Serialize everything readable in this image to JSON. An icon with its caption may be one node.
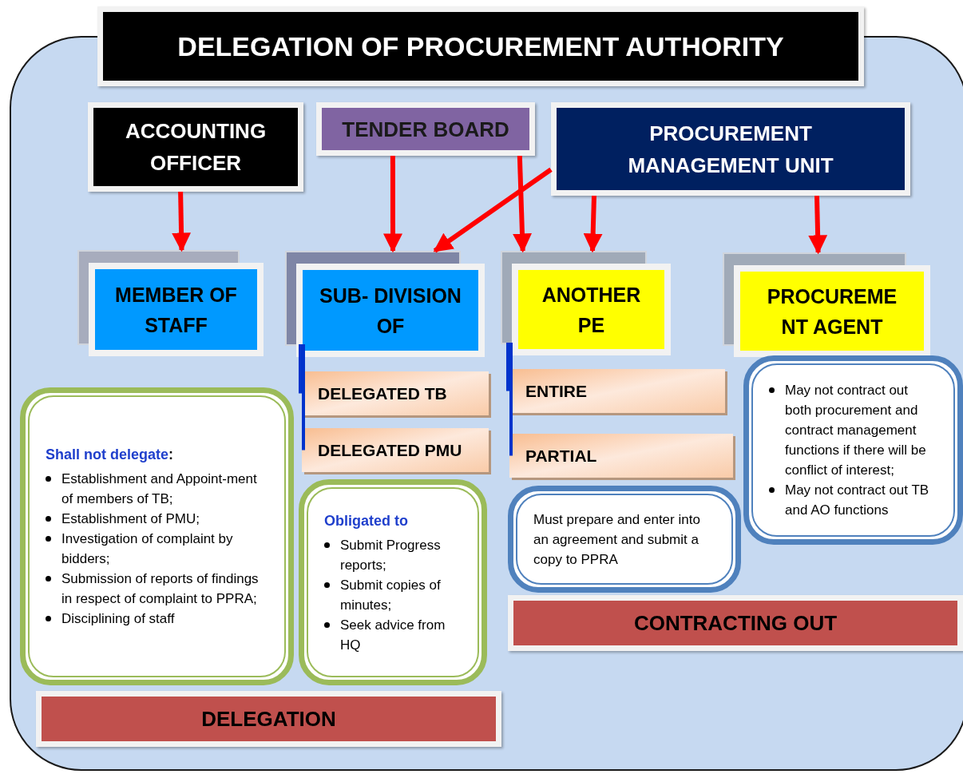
{
  "diagram": {
    "title": "DELEGATION OF PROCUREMENT AUTHORITY",
    "nodes": [
      {
        "text": [
          "ACCOUNTING OFFICER"
        ]
      },
      {
        "text": [
          "TENDER BOARD"
        ]
      },
      {
        "text": [
          "PROCUREMENT MANAGEMENT UNIT"
        ]
      },
      {
        "text": [
          "MEMBER OF STAFF"
        ]
      },
      {
        "text": [
          "SUB- DIVISION OF"
        ]
      },
      {
        "text": [
          "ANOTHER PE"
        ]
      },
      {
        "text": [
          "PROCUREME NT AGENT"
        ]
      },
      {
        "text": [
          "DELEGATED TB"
        ]
      },
      {
        "text": [
          "DELEGATED PMU"
        ]
      },
      {
        "text": [
          "ENTIRE"
        ]
      },
      {
        "text": [
          "PARTIAL"
        ]
      },
      {
        "text": [
          "**Shall not delegate**:",
          "Establishment and Appoint-ment of members of TB;",
          "Establishment of PMU;",
          "Investigation of complaint by bidders;",
          "Submission of reports of findings in respect of complaint to PPRA;",
          "Disciplining of staff"
        ]
      },
      {
        "text": [
          "Obligated to",
          "Submit Progress reports;",
          "Submit copies of minutes;",
          "Seek advice from HQ"
        ]
      },
      {
        "text": [
          "Must prepare and enter into an agreement and submit a copy to PPRA"
        ]
      },
      {
        "text": [
          "May not contract out both procurement and contract management functions if there will be conflict of interest;",
          "May not contract out TB and AO functions"
        ]
      },
      {
        "text": [
          "DELEGATION"
        ]
      },
      {
        "text": [
          "CONTRACTING OUT"
        ]
      }
    ],
    "edges": [
      {
        "from": 0,
        "to": 3,
        "arrow": "to"
      },
      {
        "from": 1,
        "to": 4,
        "arrow": "to"
      },
      {
        "from": 2,
        "to": 4,
        "arrow": "to"
      },
      {
        "from": 1,
        "to": 5,
        "arrow": "to"
      },
      {
        "from": 2,
        "to": 5,
        "arrow": "to"
      },
      {
        "from": 2,
        "to": 6,
        "arrow": "to"
      },
      {
        "from": 4,
        "to": 7,
        "arrow": "none",
        "color": "#0033cc"
      },
      {
        "from": 4,
        "to": 8,
        "arrow": "none",
        "color": "#0033cc"
      },
      {
        "from": 5,
        "to": 9,
        "arrow": "none",
        "color": "#0033cc"
      },
      {
        "from": 5,
        "to": 10,
        "arrow": "none",
        "color": "#0033cc"
      }
    ]
  }
}
